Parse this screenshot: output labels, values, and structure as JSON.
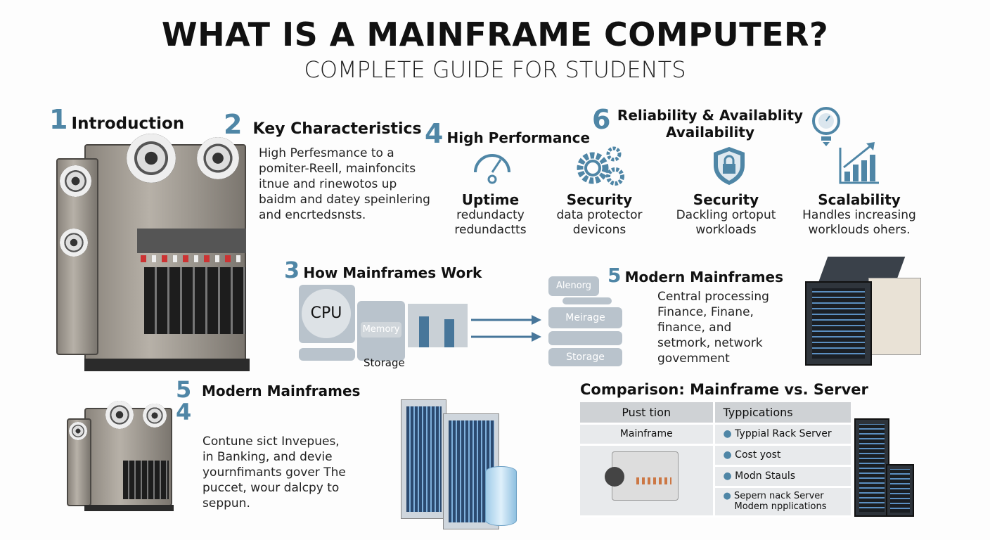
{
  "title": "WHAT IS A MAINFRAME COMPUTER?",
  "subtitle": "COMPLETE GUIDE FOR STUDENTS",
  "colors": {
    "accent": "#4f86a6",
    "panel": "#b9c3cc"
  },
  "sections": {
    "intro": {
      "num": "1",
      "title": "Introduction"
    },
    "key": {
      "num": "2",
      "title": "Key Characteristics",
      "text": [
        "High Perfesmance to a",
        "pomiter-Reell, mainfoncits",
        "itnue and rinewotos up",
        "baidm and datey speinlering",
        "and encrtedsnsts."
      ]
    },
    "perf": {
      "num": "4",
      "title": "High Performance"
    },
    "reliability": {
      "num": "6",
      "title_line1": "Reliability & Availablity",
      "title_line2": "Availability"
    },
    "features": [
      {
        "icon": "gauge-icon",
        "label": "Uptime",
        "line1": "redundacty",
        "line2": "redundactts"
      },
      {
        "icon": "gears-icon",
        "label": "Security",
        "line1": "data protector",
        "line2": "devicons"
      },
      {
        "icon": "shield-lock-icon",
        "label": "Security",
        "line1": "Dackling ortoput",
        "line2": "workloads"
      },
      {
        "icon": "growth-chart-icon",
        "label": "Scalability",
        "line1": "Handles increasing",
        "line2": "worklouds ohers."
      }
    ],
    "how": {
      "num": "3",
      "title": "How Mainframes Work",
      "cpu": "CPU",
      "memory": "Memory",
      "storage": "Storage",
      "stack": [
        "Alenorg",
        "Meirage",
        "",
        "Storage"
      ]
    },
    "modern": {
      "num": "5",
      "title": "Modern Mainframes",
      "text": [
        "Central processing",
        "Finance, Finane,",
        "finance, and",
        "setmork, network",
        "govemment"
      ]
    },
    "modern2": {
      "num1": "5",
      "num2": "4",
      "title": "Modern Mainframes",
      "text": [
        "Contune sict Invepues,",
        "in Banking, and devie",
        "yournfimants gover The",
        "puccet, wour dalcpy to",
        "seppun."
      ]
    },
    "comparison": {
      "title": "Comparison: Mainframe vs. Server",
      "headers": [
        "Pust tion",
        "Typpications"
      ],
      "left": "Mainframe",
      "rows": [
        "Typpial Rack Server",
        "Cost yost",
        "Modn Stauls",
        "Sepern nack Server"
      ],
      "row4_line2": "Modem npplications"
    }
  }
}
